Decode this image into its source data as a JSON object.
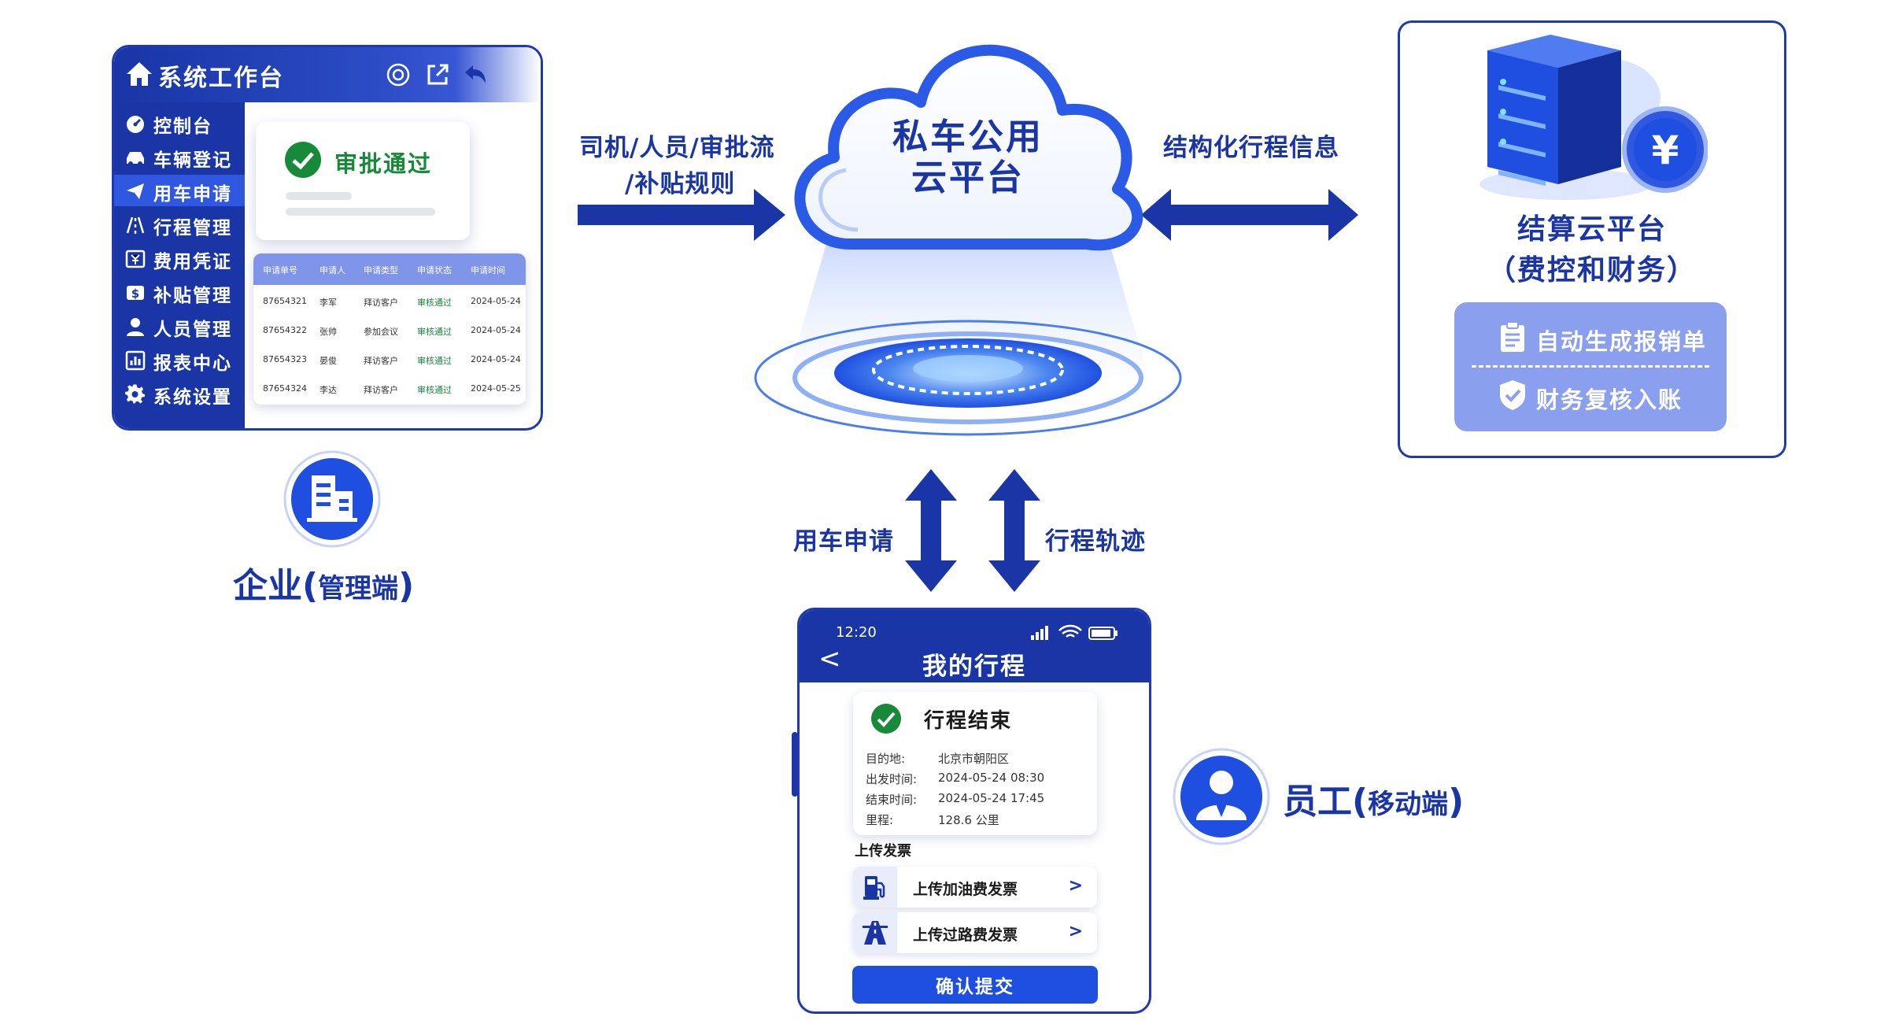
{
  "admin": {
    "title": "系统工作台",
    "sidebar": [
      {
        "label": "控制台",
        "icon": "dashboard-icon"
      },
      {
        "label": "车辆登记",
        "icon": "car-icon"
      },
      {
        "label": "用车申请",
        "icon": "send-icon",
        "active": true
      },
      {
        "label": "行程管理",
        "icon": "road-icon"
      },
      {
        "label": "费用凭证",
        "icon": "voucher-icon"
      },
      {
        "label": "补贴管理",
        "icon": "subsidy-icon"
      },
      {
        "label": "人员管理",
        "icon": "user-icon"
      },
      {
        "label": "报表中心",
        "icon": "report-icon"
      },
      {
        "label": "系统设置",
        "icon": "gear-icon"
      }
    ],
    "approval_card": {
      "text": "审批通过"
    },
    "table": {
      "headers": [
        "申请单号",
        "申请人",
        "申请类型",
        "申请状态",
        "申请时间"
      ],
      "rows": [
        [
          "87654321",
          "李军",
          "拜访客户",
          "审核通过",
          "2024-05-24"
        ],
        [
          "87654322",
          "张帅",
          "参加会议",
          "审核通过",
          "2024-05-24"
        ],
        [
          "87654323",
          "晏俊",
          "拜访客户",
          "审核通过",
          "2024-05-24"
        ],
        [
          "87654324",
          "李达",
          "拜访客户",
          "审核通过",
          "2024-05-25"
        ]
      ]
    },
    "role_label": "企业(",
    "role_sub": "管理端",
    "role_close": ")"
  },
  "flows": {
    "left_line1": "司机/人员/审批流",
    "left_line2": "/补贴规则",
    "right": "结构化行程信息",
    "down_left": "用车申请",
    "down_right": "行程轨迹"
  },
  "cloud": {
    "line1": "私车公用",
    "line2": "云平台"
  },
  "settlement": {
    "line1": "结算云平台",
    "line2": "（费控和财务）",
    "actions": [
      "自动生成报销单",
      "财务复核入账"
    ],
    "currency_symbol": "¥"
  },
  "phone": {
    "time": "12:20",
    "back": "<",
    "title": "我的行程",
    "trip_status": "行程结束",
    "trip_details": [
      {
        "k": "目的地:",
        "v": "北京市朝阳区"
      },
      {
        "k": "出发时间:",
        "v": "2024-05-24  08:30"
      },
      {
        "k": "结束时间:",
        "v": "2024-05-24  17:45"
      },
      {
        "k": "里程:",
        "v": "128.6 公里"
      }
    ],
    "upload_title": "上传发票",
    "uploads": [
      "上传加油费发票",
      "上传过路费发票"
    ],
    "chevron": ">",
    "confirm": "确认提交"
  },
  "employee": {
    "role_label": "员工(",
    "role_sub": "移动端",
    "role_close": ")"
  },
  "colors": {
    "primary": "#1a35a6",
    "accent": "#2f57e0",
    "success": "#178a3a",
    "soft": "#8aa0ee"
  }
}
